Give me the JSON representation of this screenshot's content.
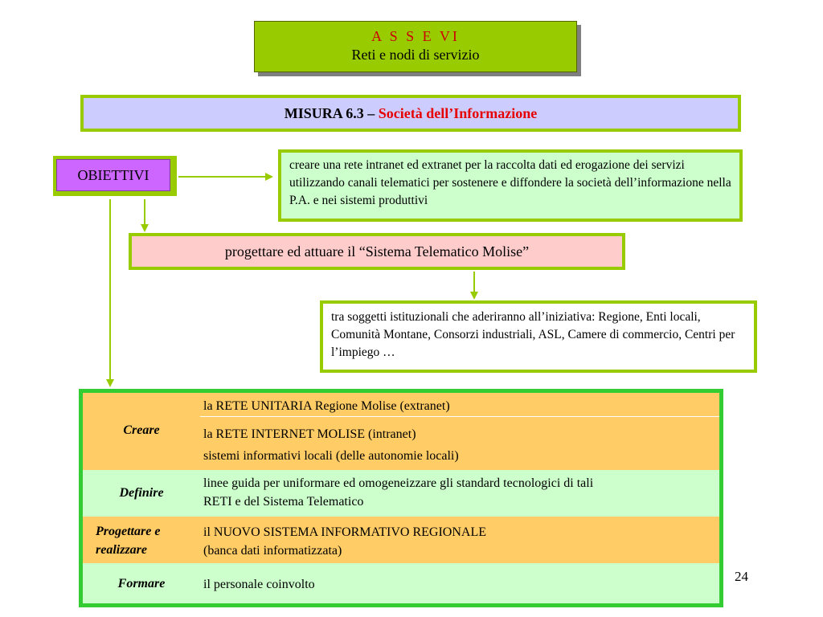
{
  "title": {
    "line1": "A S S E  VI",
    "line2": "Reti e nodi di servizio"
  },
  "misura": {
    "label": "MISURA 6.3",
    "dash": " – ",
    "name": "Società dell’Informazione"
  },
  "obiettivi": {
    "label": "OBIETTIVI"
  },
  "objective_description": "creare una rete intranet ed extranet per la raccolta dati ed erogazione dei servizi utilizzando canali telematici per sostenere e diffondere la società dell’informazione nella P.A. e nei sistemi produttivi",
  "progettare": "progettare ed attuare il “Sistema Telematico Molise”",
  "soggetti": "tra soggetti istituzionali che aderiranno all’iniziativa: Regione, Enti locali, Comunità Montane, Consorzi industriali, ASL, Camere di commercio, Centri per l’impiego …",
  "actions": {
    "creare": {
      "verb": "Creare",
      "items": [
        "la RETE UNITARIA Regione Molise (extranet)",
        "la RETE INTERNET MOLISE (intranet)",
        "sistemi informativi locali (delle autonomie locali)"
      ]
    },
    "definire": {
      "verb": "Definire",
      "line1": "linee guida per uniformare ed omogeneizzare gli standard tecnologici di tali",
      "line2": "RETI e del Sistema Telematico"
    },
    "progettare": {
      "verb_line1": "Progettare e",
      "verb_line2": "realizzare",
      "line1": "il NUOVO SISTEMA INFORMATIVO REGIONALE",
      "line2": "(banca dati informatizzata)"
    },
    "formare": {
      "verb": "Formare",
      "line1": "il personale coinvolto"
    }
  },
  "page_number": "24",
  "colors": {
    "title_bg": "#99cc00",
    "title_accent": "#cc0000",
    "misura_bg": "#ccccff",
    "misura_accent": "#e60000",
    "obiettivi_bg": "#cc66ff",
    "box_border": "#99cc00",
    "table_border": "#33cc33",
    "row_orange": "#ffcc66",
    "row_green": "#ccffcc",
    "progettare_bg": "#ffcccc"
  }
}
